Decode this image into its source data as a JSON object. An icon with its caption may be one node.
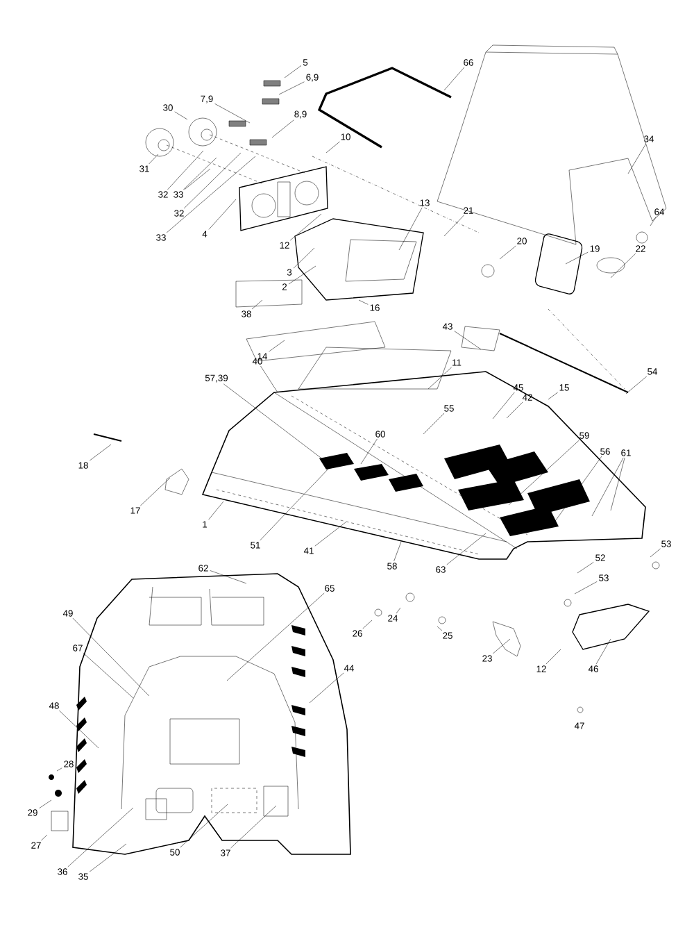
{
  "diagram": {
    "nodes": [
      {
        "text": [
          "5"
        ]
      },
      {
        "text": [
          "66"
        ]
      },
      {
        "text": [
          "6,9"
        ]
      },
      {
        "text": [
          "7,9"
        ]
      },
      {
        "text": [
          "30"
        ]
      },
      {
        "text": [
          "8,9"
        ]
      },
      {
        "text": [
          "10"
        ]
      },
      {
        "text": [
          "34"
        ]
      },
      {
        "text": [
          "31"
        ]
      },
      {
        "text": [
          "32"
        ]
      },
      {
        "text": [
          "33"
        ]
      },
      {
        "text": [
          "32"
        ]
      },
      {
        "text": [
          "13"
        ]
      },
      {
        "text": [
          "64"
        ]
      },
      {
        "text": [
          "21"
        ]
      },
      {
        "text": [
          "4"
        ]
      },
      {
        "text": [
          "33"
        ]
      },
      {
        "text": [
          "20"
        ]
      },
      {
        "text": [
          "12"
        ]
      },
      {
        "text": [
          "19"
        ]
      },
      {
        "text": [
          "22"
        ]
      },
      {
        "text": [
          "3"
        ]
      },
      {
        "text": [
          "2"
        ]
      },
      {
        "text": [
          "16"
        ]
      },
      {
        "text": [
          "38"
        ]
      },
      {
        "text": [
          "43"
        ]
      },
      {
        "text": [
          "14"
        ]
      },
      {
        "text": [
          "11"
        ]
      },
      {
        "text": [
          "40"
        ]
      },
      {
        "text": [
          "54"
        ]
      },
      {
        "text": [
          "57,39"
        ]
      },
      {
        "text": [
          "45"
        ]
      },
      {
        "text": [
          "15"
        ]
      },
      {
        "text": [
          "55"
        ]
      },
      {
        "text": [
          "42"
        ]
      },
      {
        "text": [
          "59"
        ]
      },
      {
        "text": [
          "60"
        ]
      },
      {
        "text": [
          "56"
        ]
      },
      {
        "text": [
          "61"
        ]
      },
      {
        "text": [
          "18"
        ]
      },
      {
        "text": [
          "17"
        ]
      },
      {
        "text": [
          "1"
        ]
      },
      {
        "text": [
          "53"
        ]
      },
      {
        "text": [
          "51"
        ]
      },
      {
        "text": [
          "41"
        ]
      },
      {
        "text": [
          "52"
        ]
      },
      {
        "text": [
          "62"
        ]
      },
      {
        "text": [
          "58"
        ]
      },
      {
        "text": [
          "63"
        ]
      },
      {
        "text": [
          "53"
        ]
      },
      {
        "text": [
          "65"
        ]
      },
      {
        "text": [
          "49"
        ]
      },
      {
        "text": [
          "26"
        ]
      },
      {
        "text": [
          "24"
        ]
      },
      {
        "text": [
          "25"
        ]
      },
      {
        "text": [
          "67"
        ]
      },
      {
        "text": [
          "23"
        ]
      },
      {
        "text": [
          "12"
        ]
      },
      {
        "text": [
          "46"
        ]
      },
      {
        "text": [
          "44"
        ]
      },
      {
        "text": [
          "48"
        ]
      },
      {
        "text": [
          "47"
        ]
      },
      {
        "text": [
          "28"
        ]
      },
      {
        "text": [
          "29"
        ]
      },
      {
        "text": [
          "27"
        ]
      },
      {
        "text": [
          "36"
        ]
      },
      {
        "text": [
          "35"
        ]
      },
      {
        "text": [
          "50"
        ]
      },
      {
        "text": [
          "37"
        ]
      }
    ],
    "edges": [
      {
        "from": 0,
        "to": null,
        "arrow": "none"
      },
      {
        "from": 1,
        "to": null,
        "arrow": "none"
      },
      {
        "from": 2,
        "to": null,
        "arrow": "none"
      },
      {
        "from": 3,
        "to": null,
        "arrow": "none"
      },
      {
        "from": 4,
        "to": null,
        "arrow": "none"
      },
      {
        "from": 5,
        "to": null,
        "arrow": "none"
      },
      {
        "from": 6,
        "to": null,
        "arrow": "none"
      },
      {
        "from": 7,
        "to": null,
        "arrow": "none"
      },
      {
        "from": 8,
        "to": null,
        "arrow": "none"
      },
      {
        "from": 9,
        "to": null,
        "arrow": "none"
      },
      {
        "from": 10,
        "to": null,
        "arrow": "none"
      },
      {
        "from": 10,
        "to": null,
        "arrow": "none"
      },
      {
        "from": 11,
        "to": null,
        "arrow": "none"
      },
      {
        "from": 12,
        "to": null,
        "arrow": "none"
      },
      {
        "from": 13,
        "to": null,
        "arrow": "none"
      },
      {
        "from": 14,
        "to": null,
        "arrow": "none"
      },
      {
        "from": 15,
        "to": null,
        "arrow": "none"
      },
      {
        "from": 16,
        "to": null,
        "arrow": "none"
      },
      {
        "from": 17,
        "to": null,
        "arrow": "none"
      },
      {
        "from": 18,
        "to": null,
        "arrow": "none"
      },
      {
        "from": 19,
        "to": null,
        "arrow": "none"
      },
      {
        "from": 20,
        "to": null,
        "arrow": "none"
      },
      {
        "from": 21,
        "to": null,
        "arrow": "none"
      },
      {
        "from": 22,
        "to": null,
        "arrow": "none"
      },
      {
        "from": 23,
        "to": null,
        "arrow": "none"
      },
      {
        "from": 24,
        "to": null,
        "arrow": "none"
      },
      {
        "from": 25,
        "to": null,
        "arrow": "none"
      },
      {
        "from": 26,
        "to": null,
        "arrow": "none"
      },
      {
        "from": 27,
        "to": null,
        "arrow": "none"
      },
      {
        "from": 28,
        "to": null,
        "arrow": "none"
      },
      {
        "from": 29,
        "to": null,
        "arrow": "none"
      },
      {
        "from": 30,
        "to": null,
        "arrow": "none"
      },
      {
        "from": 31,
        "to": null,
        "arrow": "none"
      },
      {
        "from": 32,
        "to": null,
        "arrow": "none"
      },
      {
        "from": 33,
        "to": null,
        "arrow": "none"
      },
      {
        "from": 34,
        "to": null,
        "arrow": "none"
      },
      {
        "from": 35,
        "to": null,
        "arrow": "none"
      },
      {
        "from": 36,
        "to": null,
        "arrow": "none"
      },
      {
        "from": 37,
        "to": null,
        "arrow": "none"
      },
      {
        "from": 38,
        "to": null,
        "arrow": "none"
      },
      {
        "from": 38,
        "to": null,
        "arrow": "none"
      },
      {
        "from": 39,
        "to": null,
        "arrow": "none"
      },
      {
        "from": 40,
        "to": null,
        "arrow": "none"
      },
      {
        "from": 41,
        "to": null,
        "arrow": "none"
      },
      {
        "from": 42,
        "to": null,
        "arrow": "none"
      },
      {
        "from": 43,
        "to": null,
        "arrow": "none"
      },
      {
        "from": 44,
        "to": null,
        "arrow": "none"
      },
      {
        "from": 45,
        "to": null,
        "arrow": "none"
      },
      {
        "from": 46,
        "to": null,
        "arrow": "none"
      },
      {
        "from": 47,
        "to": null,
        "arrow": "none"
      },
      {
        "from": 48,
        "to": null,
        "arrow": "none"
      },
      {
        "from": 49,
        "to": null,
        "arrow": "none"
      },
      {
        "from": 50,
        "to": null,
        "arrow": "none"
      },
      {
        "from": 51,
        "to": null,
        "arrow": "none"
      },
      {
        "from": 52,
        "to": null,
        "arrow": "none"
      },
      {
        "from": 53,
        "to": null,
        "arrow": "none"
      },
      {
        "from": 54,
        "to": null,
        "arrow": "none"
      },
      {
        "from": 55,
        "to": null,
        "arrow": "none"
      },
      {
        "from": 56,
        "to": null,
        "arrow": "none"
      },
      {
        "from": 57,
        "to": null,
        "arrow": "none"
      },
      {
        "from": 58,
        "to": null,
        "arrow": "none"
      },
      {
        "from": 59,
        "to": null,
        "arrow": "none"
      },
      {
        "from": 60,
        "to": null,
        "arrow": "none"
      },
      {
        "from": 62,
        "to": null,
        "arrow": "none"
      },
      {
        "from": 63,
        "to": null,
        "arrow": "none"
      },
      {
        "from": 64,
        "to": null,
        "arrow": "none"
      },
      {
        "from": 65,
        "to": null,
        "arrow": "none"
      },
      {
        "from": 66,
        "to": null,
        "arrow": "none"
      },
      {
        "from": 67,
        "to": null,
        "arrow": "none"
      },
      {
        "from": 68,
        "to": null,
        "arrow": "none"
      }
    ]
  }
}
